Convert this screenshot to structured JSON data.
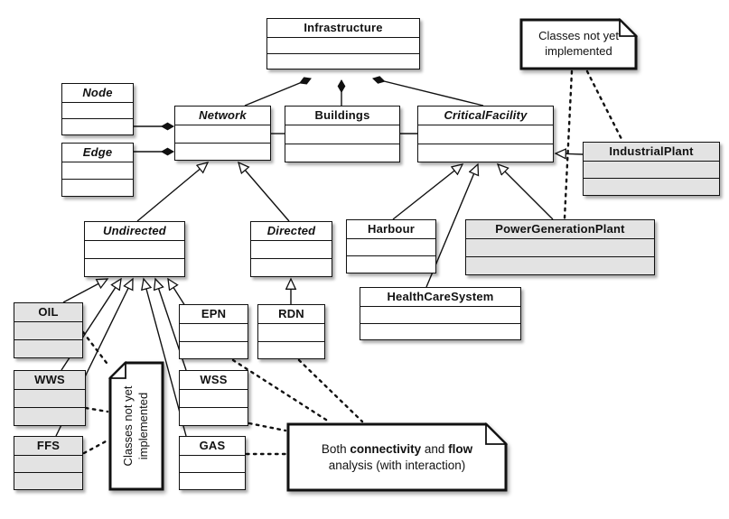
{
  "classes": {
    "infrastructure": {
      "name": "Infrastructure"
    },
    "node": {
      "name": "Node"
    },
    "edge": {
      "name": "Edge"
    },
    "network": {
      "name": "Network"
    },
    "buildings": {
      "name": "Buildings"
    },
    "critical_facility": {
      "name": "CriticalFacility"
    },
    "industrial_plant": {
      "name": "IndustrialPlant"
    },
    "undirected": {
      "name": "Undirected"
    },
    "directed": {
      "name": "Directed"
    },
    "harbour": {
      "name": "Harbour"
    },
    "power_generation_plant": {
      "name": "PowerGenerationPlant"
    },
    "health_care_system": {
      "name": "HealthCareSystem"
    },
    "oil": {
      "name": "OIL"
    },
    "wws": {
      "name": "WWS"
    },
    "ffs": {
      "name": "FFS"
    },
    "epn": {
      "name": "EPN"
    },
    "rdn": {
      "name": "RDN"
    },
    "wss": {
      "name": "WSS"
    },
    "gas": {
      "name": "GAS"
    }
  },
  "notes": {
    "unimplemented_top": {
      "line1": "Classes not yet",
      "line2": "implemented"
    },
    "unimplemented_left": {
      "line1": "Classes not yet",
      "line2": "implemented"
    },
    "analysis": {
      "part1": "Both ",
      "bold1": "connectivity",
      "part2": " and ",
      "bold2": "flow",
      "line2": "analysis (with interaction)"
    }
  },
  "colors": {
    "stroke": "#111111",
    "implemented_fill": "#ffffff",
    "not_implemented_fill": "#e3e3e3",
    "background": "#ffffff"
  }
}
